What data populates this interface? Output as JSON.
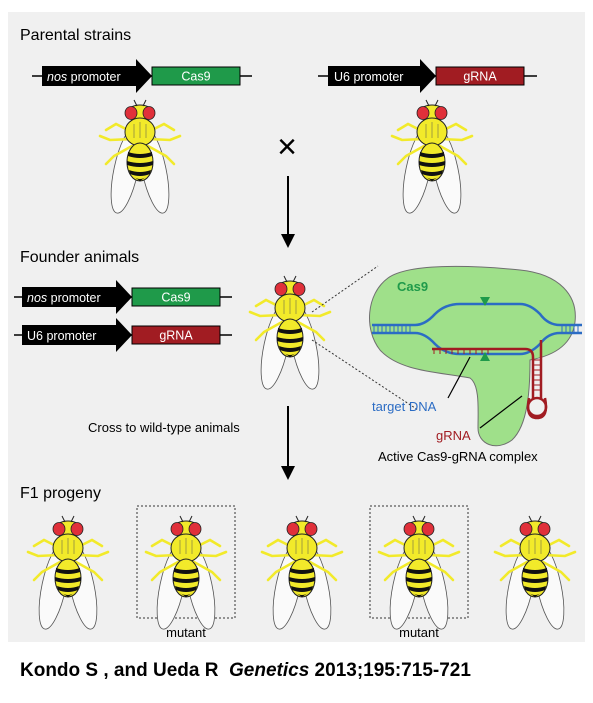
{
  "sections": {
    "parental": "Parental strains",
    "founder": "Founder animals",
    "f1": "F1 progeny"
  },
  "constructs": {
    "nos_italic": "nos",
    "nos_rest": " promoter",
    "cas9": "Cas9",
    "u6": "U6 promoter",
    "grna": "gRNA"
  },
  "cross_symbol": "×",
  "cross_label": "Cross to wild-type animals",
  "complex": {
    "cas9_label": "Cas9",
    "target_dna": "target DNA",
    "grna_label": "gRNA",
    "caption": "Active Cas9-gRNA complex"
  },
  "mutant_label": "mutant",
  "citation": {
    "authors": "Kondo S , and Ueda R",
    "journal": "Genetics",
    "details": " 2013;195:715-721"
  },
  "colors": {
    "cas9_box": "#1f9a4a",
    "grna_box": "#a11c22",
    "cas9_blob": "#9fe08a",
    "dna_blue": "#2b6cc4",
    "grna_red": "#a11c22",
    "fly_yellow": "#f2ea2a",
    "eye_red": "#e0303a",
    "panel_bg": "#f0f0f0"
  }
}
